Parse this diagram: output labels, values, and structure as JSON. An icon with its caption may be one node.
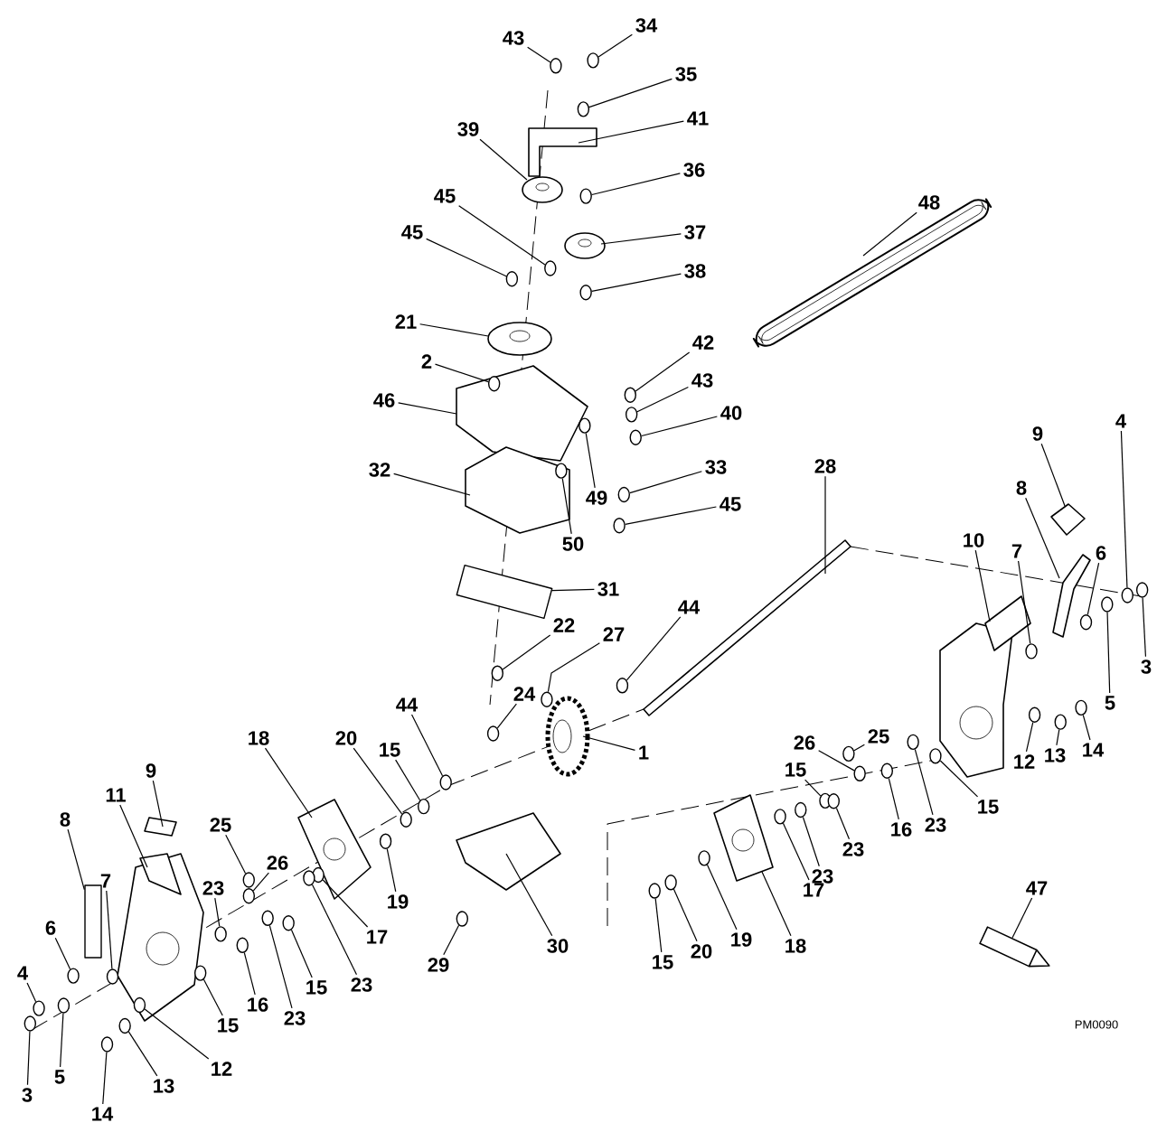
{
  "diagram": {
    "nodes": [
      {
        "text": [
          "43"
        ]
      },
      {
        "text": [
          "34"
        ]
      },
      {
        "text": [
          "35"
        ]
      },
      {
        "text": [
          "41"
        ]
      },
      {
        "text": [
          "39"
        ]
      },
      {
        "text": [
          "36"
        ]
      },
      {
        "text": [
          "45"
        ]
      },
      {
        "text": [
          "37"
        ]
      },
      {
        "text": [
          "45"
        ]
      },
      {
        "text": [
          "38"
        ]
      },
      {
        "text": [
          "48"
        ]
      },
      {
        "text": [
          "21"
        ]
      },
      {
        "text": [
          "42"
        ]
      },
      {
        "text": [
          "2"
        ]
      },
      {
        "text": [
          "43"
        ]
      },
      {
        "text": [
          "46"
        ]
      },
      {
        "text": [
          "40"
        ]
      },
      {
        "text": [
          "28"
        ]
      },
      {
        "text": [
          "33"
        ]
      },
      {
        "text": [
          "32"
        ]
      },
      {
        "text": [
          "49"
        ]
      },
      {
        "text": [
          "45"
        ]
      },
      {
        "text": [
          "50"
        ]
      },
      {
        "text": [
          "9"
        ]
      },
      {
        "text": [
          "4"
        ]
      },
      {
        "text": [
          "10"
        ]
      },
      {
        "text": [
          "8"
        ]
      },
      {
        "text": [
          "6"
        ]
      },
      {
        "text": [
          "31"
        ]
      },
      {
        "text": [
          "22"
        ]
      },
      {
        "text": [
          "27"
        ]
      },
      {
        "text": [
          "44"
        ]
      },
      {
        "text": [
          "7"
        ]
      },
      {
        "text": [
          "3"
        ]
      },
      {
        "text": [
          "24"
        ]
      },
      {
        "text": [
          "5"
        ]
      },
      {
        "text": [
          "1"
        ]
      },
      {
        "text": [
          "44"
        ]
      },
      {
        "text": [
          "25"
        ]
      },
      {
        "text": [
          "26"
        ]
      },
      {
        "text": [
          "18"
        ]
      },
      {
        "text": [
          "20"
        ]
      },
      {
        "text": [
          "15"
        ]
      },
      {
        "text": [
          "12"
        ]
      },
      {
        "text": [
          "13"
        ]
      },
      {
        "text": [
          "14"
        ]
      },
      {
        "text": [
          "15"
        ]
      },
      {
        "text": [
          "9"
        ]
      },
      {
        "text": [
          "11"
        ]
      },
      {
        "text": [
          "15"
        ]
      },
      {
        "text": [
          "8"
        ]
      },
      {
        "text": [
          "25"
        ]
      },
      {
        "text": [
          "16"
        ]
      },
      {
        "text": [
          "23"
        ]
      },
      {
        "text": [
          "23"
        ]
      },
      {
        "text": [
          "26"
        ]
      },
      {
        "text": [
          "23"
        ]
      },
      {
        "text": [
          "7"
        ]
      },
      {
        "text": [
          "23"
        ]
      },
      {
        "text": [
          "17"
        ]
      },
      {
        "text": [
          "19"
        ]
      },
      {
        "text": [
          "47"
        ]
      },
      {
        "text": [
          "6"
        ]
      },
      {
        "text": [
          "17"
        ]
      },
      {
        "text": [
          "18"
        ]
      },
      {
        "text": [
          "19"
        ]
      },
      {
        "text": [
          "30"
        ]
      },
      {
        "text": [
          "20"
        ]
      },
      {
        "text": [
          "15"
        ]
      },
      {
        "text": [
          "29"
        ]
      },
      {
        "text": [
          "4"
        ]
      },
      {
        "text": [
          "16"
        ]
      },
      {
        "text": [
          "15"
        ]
      },
      {
        "text": [
          "23"
        ]
      },
      {
        "text": [
          "23"
        ]
      },
      {
        "text": [
          "15"
        ]
      },
      {
        "text": [
          "12"
        ]
      },
      {
        "text": [
          "5"
        ]
      },
      {
        "text": [
          "13"
        ]
      },
      {
        "text": [
          "3"
        ]
      },
      {
        "text": [
          "14"
        ]
      },
      {
        "text": [],
        "shape": "circle"
      },
      {
        "text": [],
        "shape": "circle"
      },
      {
        "text": [],
        "shape": "circle"
      },
      {
        "text": [],
        "shape": "circle"
      },
      {
        "text": [],
        "shape": "circle"
      },
      {
        "text": [],
        "shape": "circle"
      },
      {
        "text": [],
        "shape": "circle"
      },
      {
        "text": [],
        "shape": "circle"
      },
      {
        "text": [],
        "shape": "circle"
      },
      {
        "text": [],
        "shape": "circle"
      },
      {
        "text": [],
        "shape": "circle"
      },
      {
        "text": [],
        "shape": "circle"
      },
      {
        "text": [],
        "shape": "circle"
      },
      {
        "text": [],
        "shape": "circle"
      },
      {
        "text": [],
        "shape": "circle"
      },
      {
        "text": [],
        "shape": "circle"
      },
      {
        "text": [],
        "shape": "circle"
      },
      {
        "text": [],
        "shape": "circle"
      },
      {
        "text": [],
        "shape": "circle"
      },
      {
        "text": [],
        "shape": "circle"
      },
      {
        "text": [],
        "shape": "circle"
      },
      {
        "text": [],
        "shape": "circle"
      },
      {
        "text": [],
        "shape": "circle"
      },
      {
        "text": [],
        "shape": "circle"
      },
      {
        "text": [],
        "shape": "circle"
      },
      {
        "text": [],
        "shape": "circle"
      },
      {
        "text": [],
        "shape": "circle"
      },
      {
        "text": [],
        "shape": "circle"
      },
      {
        "text": [],
        "shape": "circle"
      },
      {
        "text": [],
        "shape": "circle"
      },
      {
        "text": [],
        "shape": "circle"
      },
      {
        "text": [],
        "shape": "circle"
      },
      {
        "text": [],
        "shape": "circle"
      },
      {
        "text": [],
        "shape": "circle"
      },
      {
        "text": [],
        "shape": "circle"
      },
      {
        "text": [],
        "shape": "circle"
      },
      {
        "text": [],
        "shape": "circle"
      },
      {
        "text": [],
        "shape": "circle"
      },
      {
        "text": [],
        "shape": "circle"
      },
      {
        "text": [],
        "shape": "circle"
      },
      {
        "text": [],
        "shape": "circle"
      },
      {
        "text": [],
        "shape": "circle"
      },
      {
        "text": [],
        "shape": "circle"
      },
      {
        "text": [],
        "shape": "circle"
      },
      {
        "text": [],
        "shape": "circle"
      },
      {
        "text": [],
        "shape": "circle"
      },
      {
        "text": [],
        "shape": "circle"
      },
      {
        "text": [],
        "shape": "circle"
      },
      {
        "text": [],
        "shape": "circle"
      },
      {
        "text": [],
        "shape": "circle"
      },
      {
        "text": [],
        "shape": "circle"
      },
      {
        "text": [],
        "shape": "circle"
      },
      {
        "text": [],
        "shape": "circle"
      },
      {
        "text": [],
        "shape": "circle"
      },
      {
        "text": [],
        "shape": "circle"
      },
      {
        "text": [],
        "shape": "circle"
      },
      {
        "text": [],
        "shape": "circle"
      },
      {
        "text": [],
        "shape": "circle"
      },
      {
        "text": [],
        "shape": "circle"
      },
      {
        "text": [],
        "shape": "circle"
      },
      {
        "text": [],
        "shape": "circle"
      },
      {
        "text": [],
        "shape": "box"
      },
      {
        "text": [],
        "shape": "bar"
      }
    ],
    "edges": [
      {
        "from": 0,
        "to": 81,
        "arrow": "none"
      },
      {
        "from": 1,
        "to": 82,
        "arrow": "none"
      },
      {
        "from": 2,
        "to": 83,
        "arrow": "none"
      },
      {
        "from": 3,
        "to": null,
        "arrow": "none"
      },
      {
        "from": 4,
        "to": null,
        "arrow": "none"
      },
      {
        "from": 5,
        "to": 84,
        "arrow": "none"
      },
      {
        "from": 6,
        "to": 85,
        "arrow": "none"
      },
      {
        "from": 7,
        "to": null,
        "arrow": "none"
      },
      {
        "from": 8,
        "to": 86,
        "arrow": "none"
      },
      {
        "from": 9,
        "to": 87,
        "arrow": "none"
      },
      {
        "from": 10,
        "to": null,
        "arrow": "none"
      },
      {
        "from": 11,
        "to": null,
        "arrow": "none"
      },
      {
        "from": 12,
        "to": 88,
        "arrow": "none"
      },
      {
        "from": 13,
        "to": 89,
        "arrow": "none"
      },
      {
        "from": 14,
        "to": 90,
        "arrow": "none"
      },
      {
        "from": 15,
        "to": null,
        "arrow": "none"
      },
      {
        "from": 16,
        "to": 91,
        "arrow": "none"
      },
      {
        "from": 17,
        "to": null,
        "arrow": "none"
      },
      {
        "from": 18,
        "to": 92,
        "arrow": "none"
      },
      {
        "from": 19,
        "to": null,
        "arrow": "none"
      },
      {
        "from": 20,
        "to": 93,
        "arrow": "none"
      },
      {
        "from": 21,
        "to": 94,
        "arrow": "none"
      },
      {
        "from": 22,
        "to": 95,
        "arrow": "none"
      },
      {
        "from": 23,
        "to": null,
        "arrow": "none"
      },
      {
        "from": 24,
        "to": 96,
        "arrow": "none"
      },
      {
        "from": 25,
        "to": null,
        "arrow": "none"
      },
      {
        "from": 26,
        "to": null,
        "arrow": "none"
      },
      {
        "from": 27,
        "to": 97,
        "arrow": "none"
      },
      {
        "from": 28,
        "to": 142,
        "arrow": "none"
      },
      {
        "from": 29,
        "to": 98,
        "arrow": "none"
      },
      {
        "from": 30,
        "to": 99,
        "arrow": "none"
      },
      {
        "from": 31,
        "to": 100,
        "arrow": "none"
      },
      {
        "from": 32,
        "to": 101,
        "arrow": "none"
      },
      {
        "from": 33,
        "to": 102,
        "arrow": "none"
      },
      {
        "from": 34,
        "to": 103,
        "arrow": "none"
      },
      {
        "from": 35,
        "to": 104,
        "arrow": "none"
      },
      {
        "from": 36,
        "to": null,
        "arrow": "none"
      },
      {
        "from": 37,
        "to": 105,
        "arrow": "none"
      },
      {
        "from": 38,
        "to": 106,
        "arrow": "none"
      },
      {
        "from": 39,
        "to": 107,
        "arrow": "none"
      },
      {
        "from": 40,
        "to": null,
        "arrow": "none"
      },
      {
        "from": 41,
        "to": 108,
        "arrow": "none"
      },
      {
        "from": 42,
        "to": 109,
        "arrow": "none"
      },
      {
        "from": 43,
        "to": 110,
        "arrow": "none"
      },
      {
        "from": 44,
        "to": 111,
        "arrow": "none"
      },
      {
        "from": 45,
        "to": 112,
        "arrow": "none"
      },
      {
        "from": 46,
        "to": 113,
        "arrow": "none"
      },
      {
        "from": 47,
        "to": null,
        "arrow": "none"
      },
      {
        "from": 48,
        "to": null,
        "arrow": "none"
      },
      {
        "from": 49,
        "to": 114,
        "arrow": "none"
      },
      {
        "from": 50,
        "to": 143,
        "arrow": "none"
      },
      {
        "from": 51,
        "to": 115,
        "arrow": "none"
      },
      {
        "from": 52,
        "to": 116,
        "arrow": "none"
      },
      {
        "from": 53,
        "to": 117,
        "arrow": "none"
      },
      {
        "from": 54,
        "to": 118,
        "arrow": "none"
      },
      {
        "from": 55,
        "to": 119,
        "arrow": "none"
      },
      {
        "from": 56,
        "to": 120,
        "arrow": "none"
      },
      {
        "from": 57,
        "to": 121,
        "arrow": "none"
      },
      {
        "from": 58,
        "to": 122,
        "arrow": "none"
      },
      {
        "from": 59,
        "to": 123,
        "arrow": "none"
      },
      {
        "from": 60,
        "to": 124,
        "arrow": "none"
      },
      {
        "from": 61,
        "to": null,
        "arrow": "none"
      },
      {
        "from": 62,
        "to": 125,
        "arrow": "none"
      },
      {
        "from": 63,
        "to": 126,
        "arrow": "none"
      },
      {
        "from": 64,
        "to": null,
        "arrow": "none"
      },
      {
        "from": 65,
        "to": 127,
        "arrow": "none"
      },
      {
        "from": 66,
        "to": null,
        "arrow": "none"
      },
      {
        "from": 67,
        "to": 128,
        "arrow": "none"
      },
      {
        "from": 68,
        "to": 129,
        "arrow": "none"
      },
      {
        "from": 69,
        "to": 130,
        "arrow": "none"
      },
      {
        "from": 70,
        "to": 131,
        "arrow": "none"
      },
      {
        "from": 71,
        "to": 132,
        "arrow": "none"
      },
      {
        "from": 72,
        "to": 133,
        "arrow": "none"
      },
      {
        "from": 73,
        "to": 134,
        "arrow": "none"
      },
      {
        "from": 74,
        "to": 135,
        "arrow": "none"
      },
      {
        "from": 75,
        "to": 136,
        "arrow": "none"
      },
      {
        "from": 76,
        "to": 137,
        "arrow": "none"
      },
      {
        "from": 77,
        "to": 138,
        "arrow": "none"
      },
      {
        "from": 78,
        "to": 139,
        "arrow": "none"
      },
      {
        "from": 79,
        "to": 140,
        "arrow": "none"
      },
      {
        "from": 80,
        "to": 141,
        "arrow": "none"
      }
    ],
    "labels": [
      "PM0090"
    ]
  }
}
